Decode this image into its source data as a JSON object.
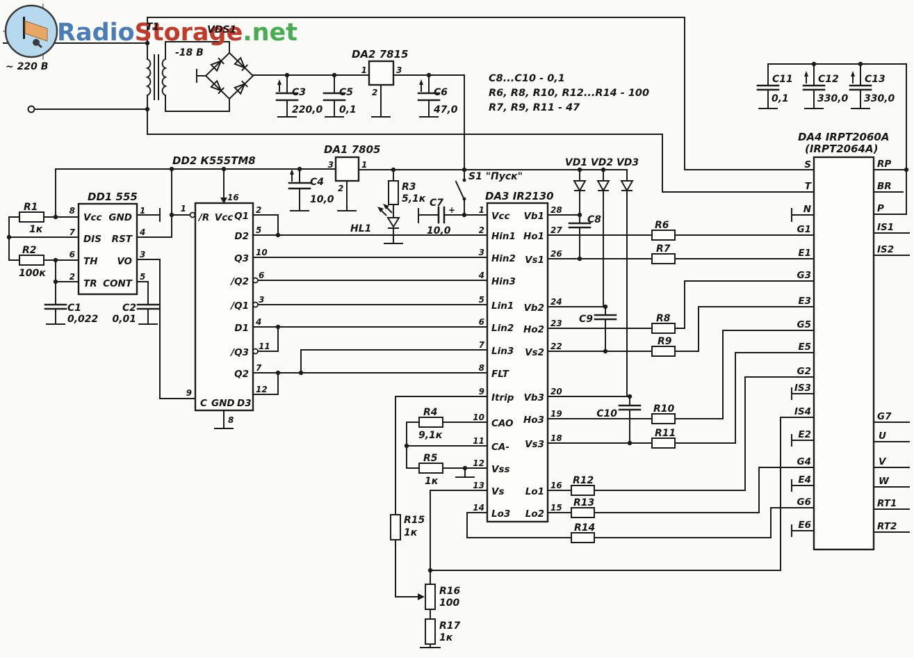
{
  "logo": {
    "radio": "Radio",
    "storage": "Storage",
    "net": ".net"
  },
  "labels": {
    "mains": "~ 220 В",
    "t1": "Т1",
    "vds1": "VDS1",
    "sec_v": "-18 В",
    "s1": "S1 \"Пуск\"",
    "hl1": "HL1"
  },
  "notes": [
    "C8...C10 - 0,1",
    "R6, R8, R10, R12...R14 - 100",
    "R7, R9, R11 - 47"
  ],
  "caps": {
    "c1": [
      "C1",
      "0,022"
    ],
    "c2": [
      "C2",
      "0,01"
    ],
    "c3": [
      "C3",
      "220,0"
    ],
    "c4": [
      "C4",
      "10,0"
    ],
    "c5": [
      "C5",
      "0,1"
    ],
    "c6": [
      "C6",
      "47,0"
    ],
    "c7": [
      "C7",
      "10,0"
    ],
    "c8": [
      "C8"
    ],
    "c9": [
      "C9"
    ],
    "c10": [
      "C10"
    ],
    "c11": [
      "C11",
      "0,1"
    ],
    "c12": [
      "C12",
      "330,0"
    ],
    "c13": [
      "C13",
      "330,0"
    ]
  },
  "res": {
    "r1": [
      "R1",
      "1к"
    ],
    "r2": [
      "R2",
      "100к"
    ],
    "r3": [
      "R3",
      "5,1к"
    ],
    "r4": [
      "R4",
      "9,1к"
    ],
    "r5": [
      "R5",
      "1к"
    ],
    "r6": [
      "R6"
    ],
    "r7": [
      "R7"
    ],
    "r8": [
      "R8"
    ],
    "r9": [
      "R9"
    ],
    "r10": [
      "R10"
    ],
    "r11": [
      "R11"
    ],
    "r12": [
      "R12"
    ],
    "r13": [
      "R13"
    ],
    "r14": [
      "R14"
    ],
    "r15": [
      "R15",
      "1к"
    ],
    "r16": [
      "R16",
      "100"
    ],
    "r17": [
      "R17",
      "1к"
    ]
  },
  "diodes": {
    "vd1": "VD1",
    "vd2": "VD2",
    "vd3": "VD3"
  },
  "da1": {
    "title": "DA1 7805",
    "p_left": "3",
    "p_right": "1",
    "p_bot": "2"
  },
  "da2": {
    "title": "DA2 7815",
    "p_left": "1",
    "p_right": "3",
    "p_bot": "2"
  },
  "dd1": {
    "title": "DD1 555",
    "left": [
      [
        "8",
        "Vcc"
      ],
      [
        "7",
        "DIS"
      ],
      [
        "6",
        "TH"
      ],
      [
        "2",
        "TR"
      ]
    ],
    "right": [
      [
        "1",
        "GND"
      ],
      [
        "4",
        "RST"
      ],
      [
        "3",
        "VO"
      ],
      [
        "5",
        "CONT"
      ]
    ]
  },
  "dd2": {
    "title": "DD2 К555ТМ8",
    "vcc_num": "16",
    "vcc": "Vcc",
    "r_num": "1",
    "r_name": "/R",
    "right": [
      [
        "2",
        "Q1"
      ],
      [
        "5",
        "D2"
      ],
      [
        "10",
        "Q3"
      ],
      [
        "6",
        "/Q2"
      ],
      [
        "3",
        "/Q1"
      ],
      [
        "4",
        "D1"
      ],
      [
        "11",
        "/Q3"
      ],
      [
        "7",
        "Q2"
      ],
      [
        "12",
        "D3"
      ]
    ],
    "bottom": {
      "c_num": "9",
      "c": "C",
      "gnd": "GND",
      "d3": "D3",
      "gnd_num": "8"
    }
  },
  "da3": {
    "title": "DA3 IR2130",
    "left": [
      [
        "1",
        "Vcc"
      ],
      [
        "2",
        "Hin1"
      ],
      [
        "3",
        "Hin2"
      ],
      [
        "4",
        "Hin3"
      ],
      [
        "5",
        "Lin1"
      ],
      [
        "6",
        "Lin2"
      ],
      [
        "7",
        "Lin3"
      ],
      [
        "8",
        "FLT"
      ],
      [
        "9",
        "Itrip"
      ],
      [
        "10",
        "CAO"
      ],
      [
        "11",
        "CA-"
      ],
      [
        "12",
        "Vss"
      ],
      [
        "13",
        "Vs"
      ],
      [
        "14",
        "Lo3"
      ]
    ],
    "right": [
      [
        "28",
        "Vb1"
      ],
      [
        "27",
        "Ho1"
      ],
      [
        "26",
        "Vs1"
      ],
      [
        "24",
        "Vb2"
      ],
      [
        "23",
        "Ho2"
      ],
      [
        "22",
        "Vs2"
      ],
      [
        "20",
        "Vb3"
      ],
      [
        "19",
        "Ho3"
      ],
      [
        "18",
        "Vs3"
      ],
      [
        "16",
        "Lo1"
      ],
      [
        "15",
        "Lo2"
      ]
    ]
  },
  "da4": {
    "title1": "DA4 IRPT2060A",
    "title2": "(IRPT2064A)",
    "left": [
      "S",
      "T",
      "N",
      "G1",
      "E1",
      "G3",
      "E3",
      "G5",
      "E5",
      "G2",
      "IS3",
      "IS4",
      "E2",
      "G4",
      "E4",
      "G6",
      "E6"
    ],
    "right": [
      "RP",
      "BR",
      "P",
      "IS1",
      "IS2",
      "G7",
      "U",
      "V",
      "W",
      "RT1",
      "RT2"
    ]
  }
}
